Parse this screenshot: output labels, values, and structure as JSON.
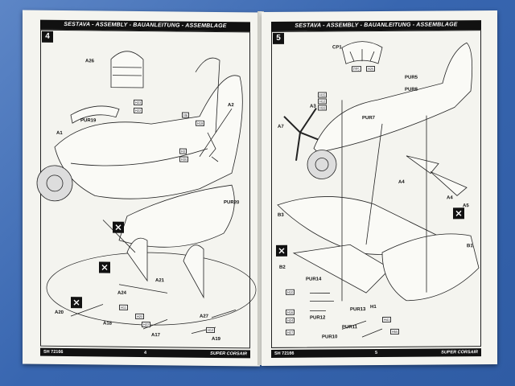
{
  "left_page": {
    "header": "SESTAVA - ASSEMBLY - BAUANLEITUNG - ASSEMBLAGE",
    "step": "4",
    "footer": {
      "code": "SH 72166",
      "page": "4",
      "product": "SUPER CORSAIR"
    },
    "parts": [
      "A26",
      "A2",
      "A1",
      "PUR19",
      "PUR20",
      "A21",
      "A24",
      "A20",
      "A18",
      "A17",
      "A27",
      "A19"
    ],
    "tags": [
      "H23",
      "H22",
      "H6",
      "H19",
      "H3",
      "H30",
      "H20",
      "H14",
      "H11",
      "H22"
    ]
  },
  "right_page": {
    "header": "SESTAVA - ASSEMBLY - BAUANLEITUNG - ASSEMBLAGE",
    "step": "5",
    "footer": {
      "code": "SH 72166",
      "page": "5",
      "product": "SUPER CORSAIR"
    },
    "parts": [
      "CP1",
      "PUR5",
      "A3",
      "A7",
      "A4",
      "A4",
      "A5",
      "B1",
      "B3",
      "B2",
      "PUR14",
      "PUR13",
      "PUR12",
      "PUR11",
      "PUR10",
      "PUR8",
      "PUR7",
      "H1"
    ],
    "tags": [
      "H15",
      "H12",
      "H33",
      "PP5",
      "H25",
      "H10",
      "H16",
      "H24",
      "H27",
      "H41",
      "H55"
    ]
  },
  "colors": {
    "background": "#3f6fb8",
    "paper": "#f4f4ef",
    "ink": "#111111"
  }
}
